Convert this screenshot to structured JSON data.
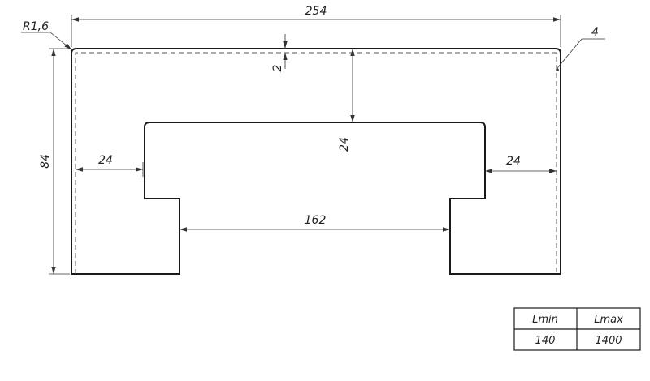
{
  "drawing": {
    "colors": {
      "line": "#1a1a1a",
      "dim": "#333333"
    },
    "dimensions": {
      "overall_width": "254",
      "overall_height": "84",
      "corner_radius": "R1,6",
      "thickness": "2",
      "inner_depth": "24",
      "left_offset": "24",
      "right_offset": "24",
      "inner_width": "162",
      "callout": "4"
    }
  },
  "spec_table": {
    "headers": [
      "Lmin",
      "Lmax"
    ],
    "values": [
      "140",
      "1400"
    ]
  }
}
